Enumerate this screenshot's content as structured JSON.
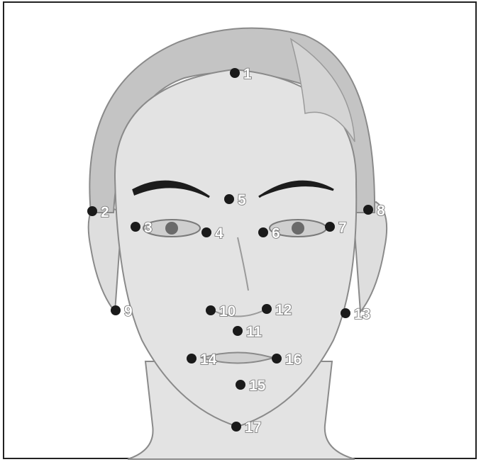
{
  "landmarks": [
    {
      "label": "1"
    },
    {
      "label": "2"
    },
    {
      "label": "3"
    },
    {
      "label": "4"
    },
    {
      "label": "5"
    },
    {
      "label": "6"
    },
    {
      "label": "7"
    },
    {
      "label": "8"
    },
    {
      "label": "9"
    },
    {
      "label": "10"
    },
    {
      "label": "11"
    },
    {
      "label": "12"
    },
    {
      "label": "13"
    },
    {
      "label": "14"
    },
    {
      "label": "15"
    },
    {
      "label": "16"
    },
    {
      "label": "17"
    }
  ],
  "colors": {
    "dot": "#1a1a1a",
    "skin": "#e3e3e3",
    "hair": "#c4c4c4",
    "outline": "#8a8a8a",
    "brow": "#1c1c1c"
  }
}
